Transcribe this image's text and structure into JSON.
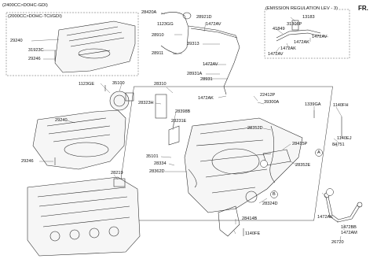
{
  "headers": {
    "engine_variant": "(2400CC>DOHC-GDI)",
    "cover_variant": "(2000CC>DOHC-TCI/GDI)",
    "emission_regulation": "(EMISSION REGULATION LEV - 3)"
  },
  "direction_marker": "FR.",
  "circle_refs": {
    "ref_a": "A",
    "ref_b": "B"
  },
  "labels": {
    "l29240_top": "29240",
    "l31923c": "31923C",
    "l29246_top": "29246",
    "l1123ge": "1123GE",
    "l35100": "35100",
    "l29240_mid": "29240",
    "l29246_mid": "29246",
    "l28219": "28219",
    "l28420a": "28420A",
    "l28921d": "28921D",
    "l1123gg": "1123GG",
    "l1472av_1": "1472AV",
    "l28910": "28910",
    "l39313": "39313",
    "l28911": "28911",
    "l1472av_2": "1472AV",
    "l28931a": "28931A",
    "l28931": "28931",
    "l1472ak_1": "1472AK",
    "l28310": "28310",
    "l28323h": "28323H",
    "l22412p": "22412P",
    "l39300a": "39300A",
    "l28398b": "28398B",
    "l28231e": "28231E",
    "l1339ga": "1339GA",
    "l1140fh": "1140FH",
    "l28352d": "28352D",
    "l1140ej": "1140EJ",
    "l84751": "84751",
    "l28415p": "28415P",
    "l35101": "35101",
    "l28334": "28334",
    "l28352e": "28352E",
    "l28362d": "28362D",
    "l28324d": "28324D",
    "l28414b": "28414B",
    "l1140fe": "1140FE",
    "l13183": "13183",
    "l31306p": "31306P",
    "l41849": "41849",
    "l1472av_3": "1472AV",
    "l1472ak_2": "1472AK",
    "l1472ak_3": "1472AK",
    "l1472av_4": "1472AV",
    "l1472ak_4": "1472AK",
    "l1472bb": "1472BB",
    "l1472am": "1472AM",
    "l26720": "26720"
  }
}
